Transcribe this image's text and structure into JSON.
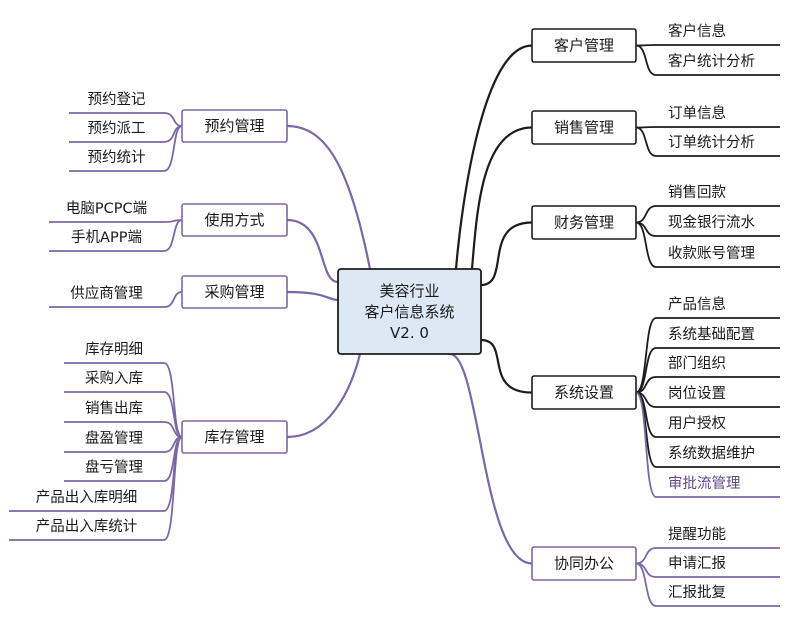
{
  "root": {
    "lines": [
      "美容行业",
      "客户信息系统",
      "V2. 0"
    ]
  },
  "colors": {
    "dark": "#1c1c1c",
    "purple": "#7a68a6",
    "root_fill": "#dde8f5"
  },
  "right": [
    {
      "label": "客户管理",
      "children": [
        "客户信息",
        "客户统计分析"
      ]
    },
    {
      "label": "销售管理",
      "children": [
        "订单信息",
        "订单统计分析"
      ]
    },
    {
      "label": "财务管理",
      "children": [
        "销售回款",
        "现金银行流水",
        "收款账号管理"
      ]
    },
    {
      "label": "系统设置",
      "children": [
        "产品信息",
        "系统基础配置",
        "部门组织",
        "岗位设置",
        "用户授权",
        "系统数据维护",
        "审批流管理"
      ]
    },
    {
      "label": "协同办公",
      "children": [
        "提醒功能",
        "申请汇报",
        "汇报批复"
      ]
    }
  ],
  "left": [
    {
      "label": "预约管理",
      "children": [
        "预约登记",
        "预约派工",
        "预约统计"
      ]
    },
    {
      "label": "使用方式",
      "children": [
        "电脑PCPC端",
        "手机APP端"
      ]
    },
    {
      "label": "采购管理",
      "children": [
        "供应商管理"
      ]
    },
    {
      "label": "库存管理",
      "children": [
        "库存明细",
        "采购入库",
        "销售出库",
        "盘盈管理",
        "盘亏管理",
        "产品出入库明细",
        "产品出入库统计"
      ]
    }
  ]
}
